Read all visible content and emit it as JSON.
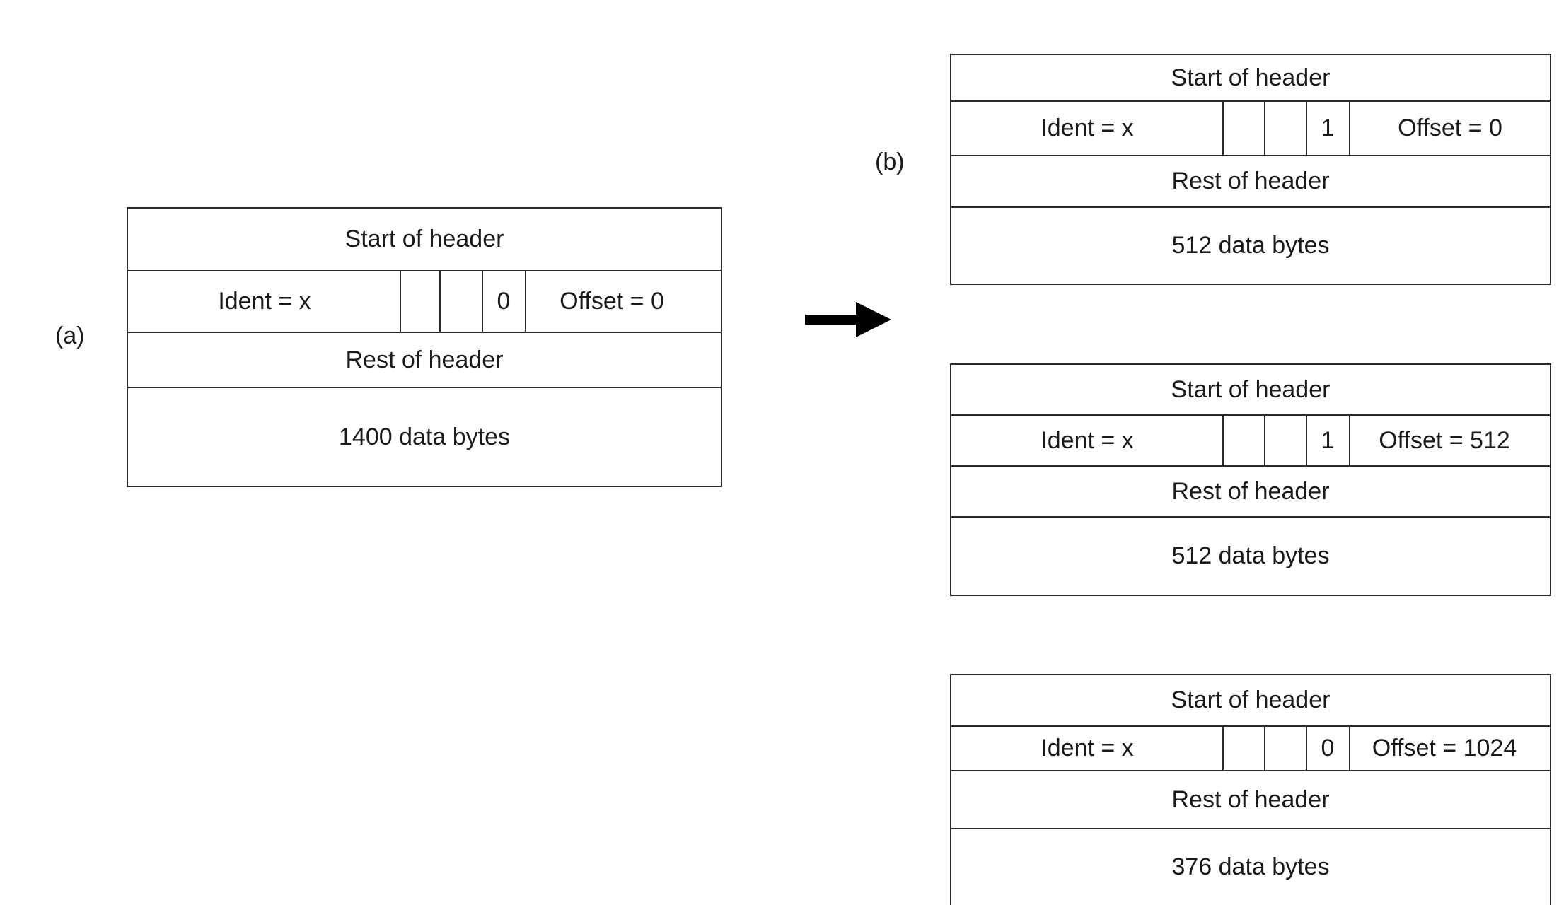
{
  "figure": {
    "label_a": "(a)",
    "label_b": "(b)",
    "arrow_icon": "right-arrow-icon"
  },
  "original": {
    "start_of_header": "Start of header",
    "ident": "Ident  = x",
    "flag": "0",
    "offset": "Offset  = 0",
    "rest_of_header": "Rest of header",
    "data": "1400 data bytes"
  },
  "fragments": [
    {
      "start_of_header": "Start of header",
      "ident": "Ident  = x",
      "flag": "1",
      "offset": "Offset  = 0",
      "rest_of_header": "Rest of header",
      "data": "512 data bytes"
    },
    {
      "start_of_header": "Start of header",
      "ident": "Ident  = x",
      "flag": "1",
      "offset": "Offset  = 512",
      "rest_of_header": "Rest of header",
      "data": "512 data bytes"
    },
    {
      "start_of_header": "Start of header",
      "ident": "Ident  = x",
      "flag": "0",
      "offset": "Offset  = 1024",
      "rest_of_header": "Rest of header",
      "data": "376 data bytes"
    }
  ]
}
